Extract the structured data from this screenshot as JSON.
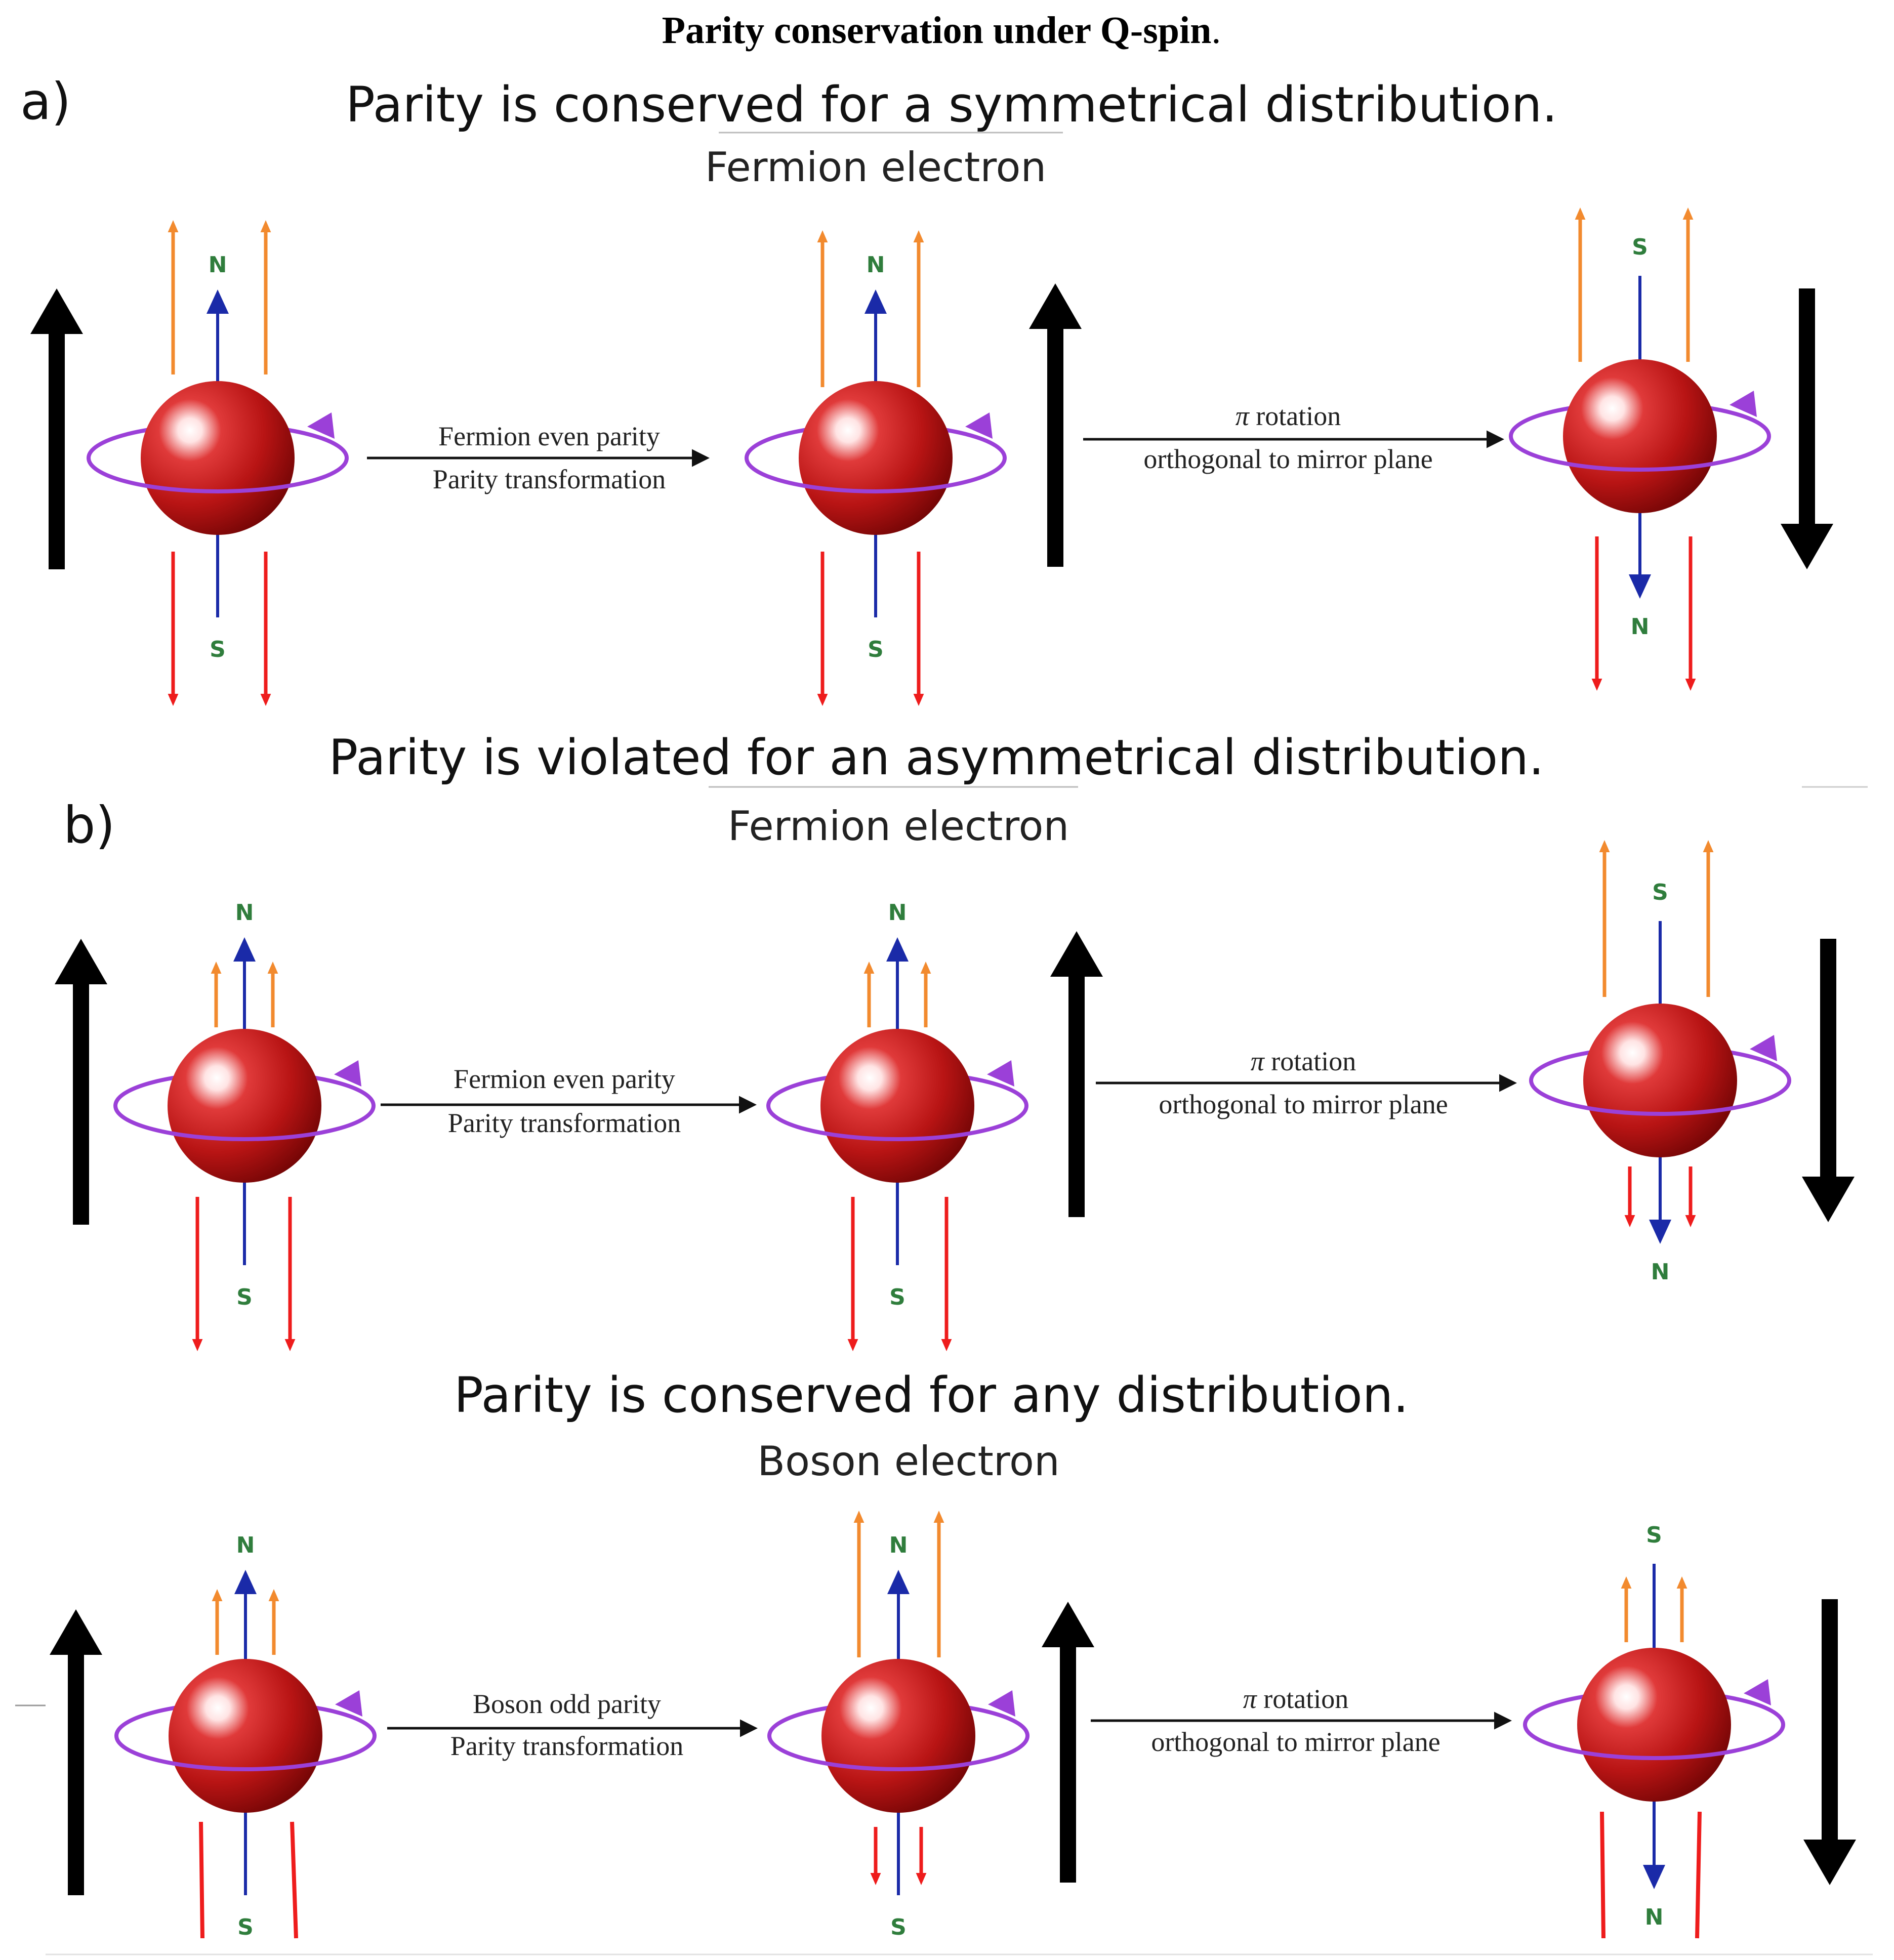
{
  "title": "Parity conservation under Q-spin",
  "title_period": ".",
  "colors": {
    "sphere": "#c01a1a",
    "sphere_dark": "#7d0606",
    "orbit": "#9b40d8",
    "pole_axis": "#1a2aa8",
    "up_arrows": "#f28a2e",
    "down_arrows": "#ee1c1c",
    "big_arrow": "#000000",
    "pole_label": "#2f7d3c"
  },
  "icons": {
    "particle": "red-sphere-icon",
    "spin": "orbit-arrow-icon",
    "direction": "big-arrow-icon"
  },
  "section_a": {
    "label": "a)",
    "headline": "Parity is conserved for a symmetrical distribution.",
    "subhead": "Fermion electron",
    "step1_line1": "Fermion even  parity",
    "step1_line2": "Parity transformation",
    "step2_line1_symbol": "π",
    "step2_line1_text": " rotation",
    "step2_line2": "orthogonal to mirror plane",
    "pole_n": "N",
    "pole_s": "S"
  },
  "section_b": {
    "label": "b)",
    "headline": "Parity is violated for an asymmetrical distribution.",
    "subhead": "Fermion electron",
    "step1_line1": "Fermion even  parity",
    "step1_line2": "Parity transformation",
    "step2_line1_symbol": "π",
    "step2_line1_text": " rotation",
    "step2_line2": "orthogonal to mirror plane"
  },
  "section_c": {
    "headline": "Parity is conserved for any distribution.",
    "subhead": "Boson electron",
    "step1_line1": "Boson odd parity",
    "step1_line2": "Parity transformation",
    "step2_line1_symbol": "π",
    "step2_line1_text": " rotation",
    "step2_line2": "orthogonal to mirror plane"
  }
}
